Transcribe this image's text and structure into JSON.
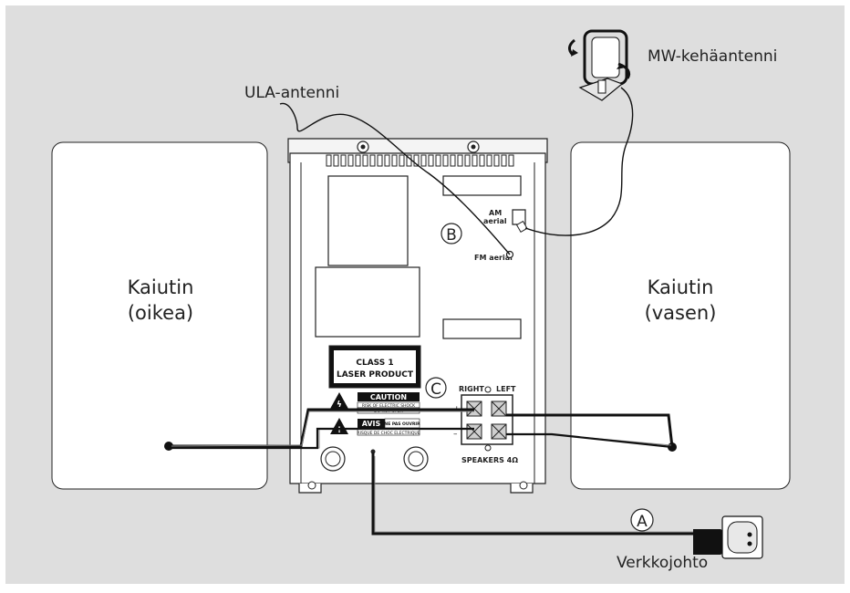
{
  "labels": {
    "speaker_left_line1": "Kaiutin",
    "speaker_left_line2": "(oikea)",
    "speaker_right_line1": "Kaiutin",
    "speaker_right_line2": "(vasen)",
    "fm_antenna": "ULA-antenni",
    "mw_antenna": "MW-kehäantenni",
    "power_cord": "Verkkojohto",
    "marker_a": "A",
    "marker_b": "B",
    "marker_c": "C"
  },
  "unit": {
    "am_label_1": "AM",
    "am_label_2": "aerial",
    "fm_label": "FM aerial",
    "laser_line1": "CLASS 1",
    "laser_line2": "LASER PRODUCT",
    "caution_title": "CAUTION",
    "caution_line1": "RISK OF ELECTRIC SHOCK",
    "caution_line2": "DO NOT OPEN",
    "avis_title": "AVIS",
    "avis_line1": "NE PAS OUVRIR",
    "avis_line2": "RISQUE DE CHOC ELECTRIQUE",
    "right": "RIGHT",
    "left": "LEFT",
    "plus": "+",
    "minus": "–",
    "speakers": "SPEAKERS 4Ω"
  },
  "colors": {
    "background": "#dedede",
    "panel": "#ffffff",
    "stroke": "#222222"
  }
}
